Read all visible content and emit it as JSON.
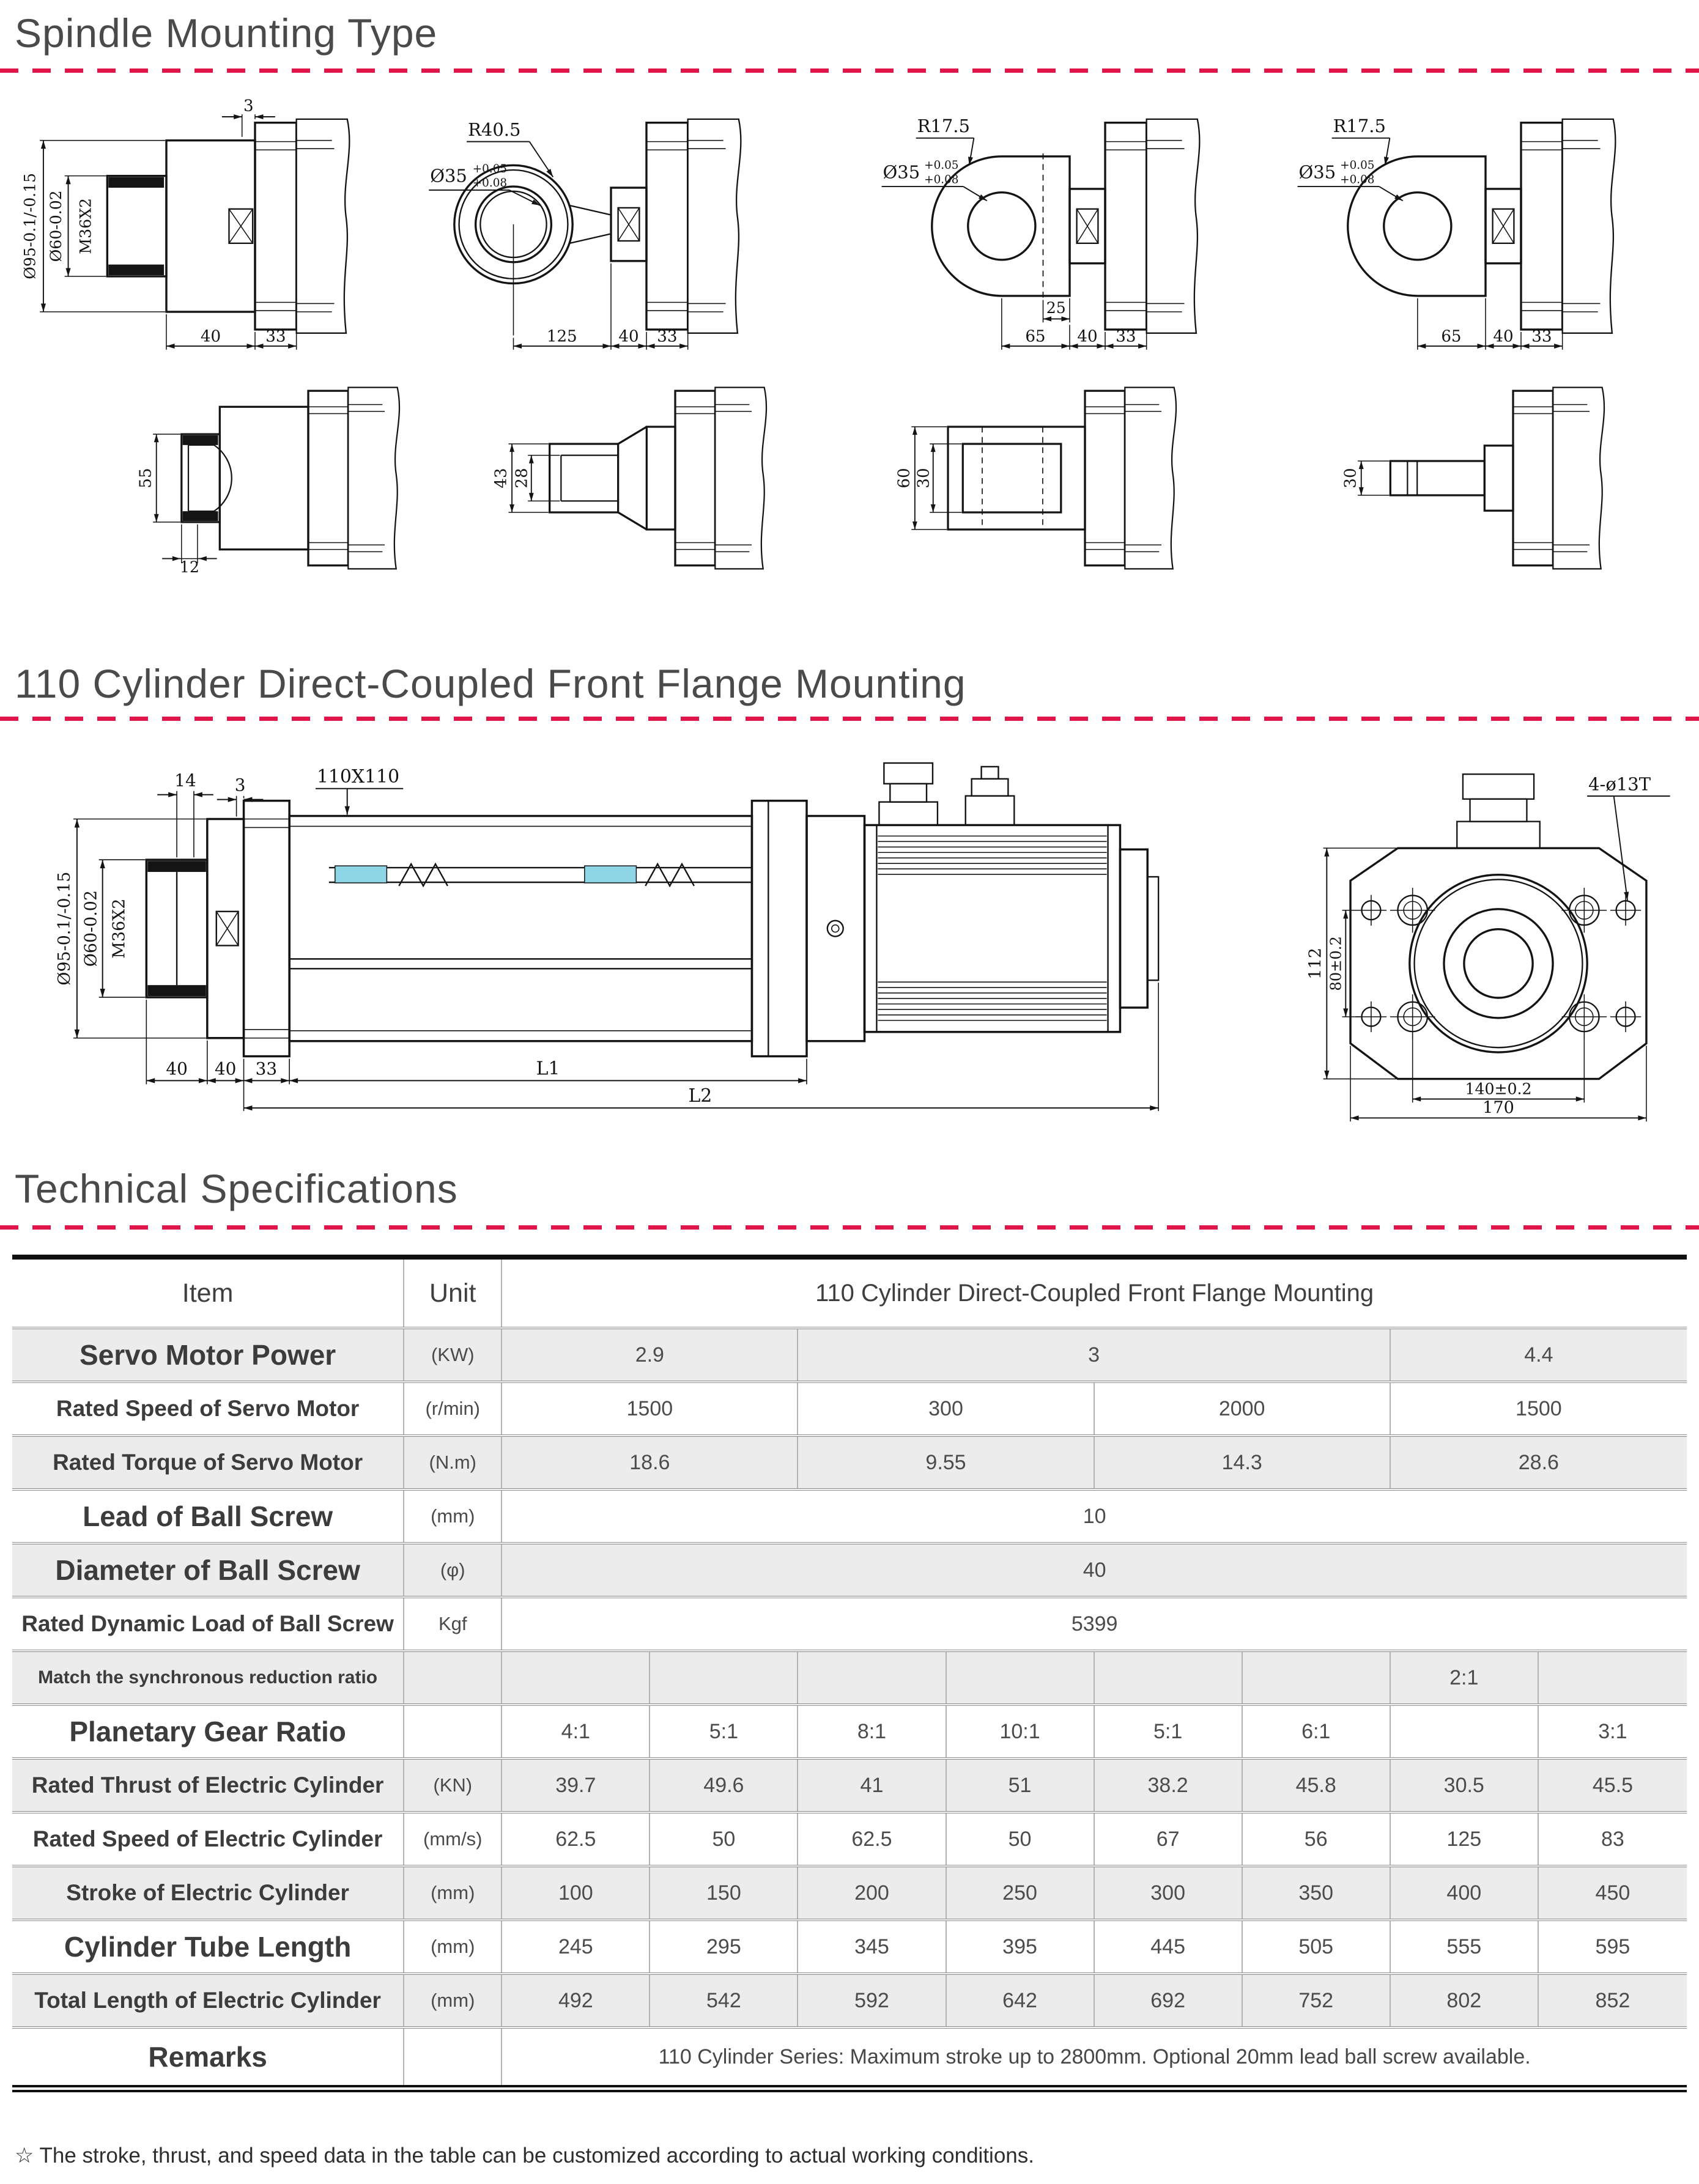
{
  "colors": {
    "accent": "#e0164b",
    "screw_highlight": "#8ed5e6",
    "title_color": "#4a4a4a"
  },
  "sections": {
    "spindle_title": "Spindle Mounting Type",
    "cylinder_title": "110 Cylinder Direct-Coupled Front Flange Mounting",
    "specs_title": "Technical Specifications"
  },
  "drawings": {
    "d1": {
      "dim3": "3",
      "dia95": "Ø95-0.1/-0.15",
      "dia60": "Ø60-0.02",
      "thread": "M36X2",
      "len40": "40",
      "len33": "33"
    },
    "d2": {
      "r": "R40.5",
      "dia": "Ø35",
      "tol_top": "+0.05",
      "tol_bot": "+0.08",
      "len125": "125",
      "len40": "40",
      "len33": "33"
    },
    "d3": {
      "r": "R17.5",
      "dia": "Ø35",
      "tol_top": "+0.05",
      "tol_bot": "+0.08",
      "len25": "25",
      "len65": "65",
      "len40": "40",
      "len33": "33"
    },
    "d4": {
      "r": "R17.5",
      "dia": "Ø35",
      "tol_top": "+0.05",
      "tol_bot": "+0.08",
      "len65": "65",
      "len40": "40",
      "len33": "33"
    },
    "d5": {
      "h55": "55",
      "w12": "12"
    },
    "d6": {
      "h43": "43",
      "h28": "28"
    },
    "d7": {
      "h60": "60",
      "h30": "30"
    },
    "d8": {
      "h30": "30"
    },
    "assembly": {
      "dim14": "14",
      "dim3": "3",
      "square": "110X110",
      "dia95": "Ø95-0.1/-0.15",
      "dia60": "Ø60-0.02",
      "thread": "M36X2",
      "len40a": "40",
      "len40b": "40",
      "len33": "33",
      "l1": "L1",
      "l2": "L2"
    },
    "flange": {
      "holes": "4-ø13T",
      "h112": "112",
      "h80": "80±0.2",
      "w140": "140±0.2",
      "w170": "170"
    }
  },
  "table": {
    "header": {
      "item": "Item",
      "unit": "Unit",
      "series": "110 Cylinder Direct-Coupled Front Flange Mounting"
    },
    "rows": [
      {
        "item": "Servo Motor Power",
        "unit": "(KW)",
        "cells": [
          "2.9",
          "3",
          "4.4"
        ]
      },
      {
        "item": "Rated Speed of Servo Motor",
        "unit": "(r/min)",
        "cells": [
          "1500",
          "300",
          "2000",
          "1500"
        ]
      },
      {
        "item": "Rated Torque of Servo Motor",
        "unit": "(N.m)",
        "cells": [
          "18.6",
          "9.55",
          "14.3",
          "28.6"
        ]
      },
      {
        "item": "Lead of Ball Screw",
        "unit": "(mm)",
        "cells": [
          "10"
        ]
      },
      {
        "item": "Diameter of Ball Screw",
        "unit": "(φ)",
        "cells": [
          "40"
        ]
      },
      {
        "item": "Rated Dynamic Load of Ball Screw",
        "unit": "Kgf",
        "cells": [
          "5399"
        ]
      },
      {
        "item": "Match the synchronous reduction ratio",
        "unit": "",
        "cells": [
          "",
          "",
          "",
          "",
          "",
          "",
          "2:1",
          ""
        ]
      },
      {
        "item": "Planetary Gear Ratio",
        "unit": "",
        "cells": [
          "4:1",
          "5:1",
          "8:1",
          "10:1",
          "5:1",
          "6:1",
          "",
          "3:1"
        ]
      },
      {
        "item": "Rated Thrust of Electric Cylinder",
        "unit": "(KN)",
        "cells": [
          "39.7",
          "49.6",
          "41",
          "51",
          "38.2",
          "45.8",
          "30.5",
          "45.5"
        ]
      },
      {
        "item": "Rated Speed of Electric Cylinder",
        "unit": "(mm/s)",
        "cells": [
          "62.5",
          "50",
          "62.5",
          "50",
          "67",
          "56",
          "125",
          "83"
        ]
      },
      {
        "item": "Stroke of Electric Cylinder",
        "unit": "(mm)",
        "cells": [
          "100",
          "150",
          "200",
          "250",
          "300",
          "350",
          "400",
          "450"
        ]
      },
      {
        "item": "Cylinder Tube Length",
        "unit": "(mm)",
        "cells": [
          "245",
          "295",
          "345",
          "395",
          "445",
          "505",
          "555",
          "595"
        ]
      },
      {
        "item": "Total Length of Electric Cylinder",
        "unit": "(mm)",
        "cells": [
          "492",
          "542",
          "592",
          "642",
          "692",
          "752",
          "802",
          "852"
        ]
      },
      {
        "item": "Remarks",
        "unit": "",
        "cells": [
          "110 Cylinder Series: Maximum stroke up to 2800mm. Optional 20mm lead ball screw available."
        ]
      }
    ],
    "footnote": "☆ The stroke, thrust, and speed data in the table can be customized according to actual working conditions."
  }
}
